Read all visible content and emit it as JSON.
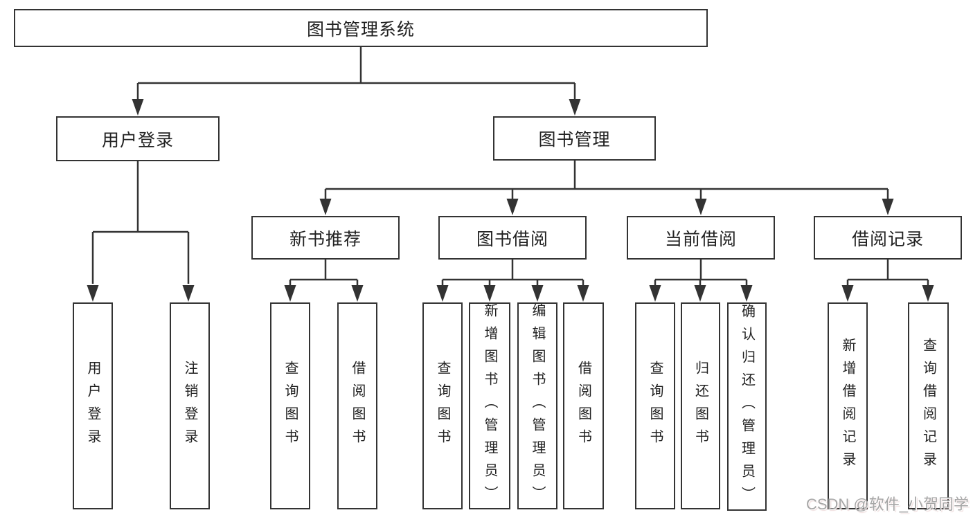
{
  "diagram": {
    "root": {
      "label": "图书管理系统"
    },
    "level2": [
      {
        "label": "用户登录"
      },
      {
        "label": "图书管理"
      }
    ],
    "level3": [
      {
        "label": "新书推荐"
      },
      {
        "label": "图书借阅"
      },
      {
        "label": "当前借阅"
      },
      {
        "label": "借阅记录"
      }
    ],
    "leaves": [
      {
        "label": "用户登录"
      },
      {
        "label": "注销登录"
      },
      {
        "label": "查询图书"
      },
      {
        "label": "借阅图书"
      },
      {
        "label": "查询图书"
      },
      {
        "label": "新增图书（管理员）"
      },
      {
        "label": "编辑图书（管理员）"
      },
      {
        "label": "借阅图书"
      },
      {
        "label": "查询图书"
      },
      {
        "label": "归还图书"
      },
      {
        "label": "确认归还（管理员）"
      },
      {
        "label": "新增借阅记录"
      },
      {
        "label": "查询借阅记录"
      }
    ]
  },
  "watermark": {
    "text": "CSDN @软件_小贺同学"
  },
  "colors": {
    "line": "#333333",
    "text": "#222222",
    "watermark": "#a6a6a6",
    "background": "#ffffff"
  }
}
